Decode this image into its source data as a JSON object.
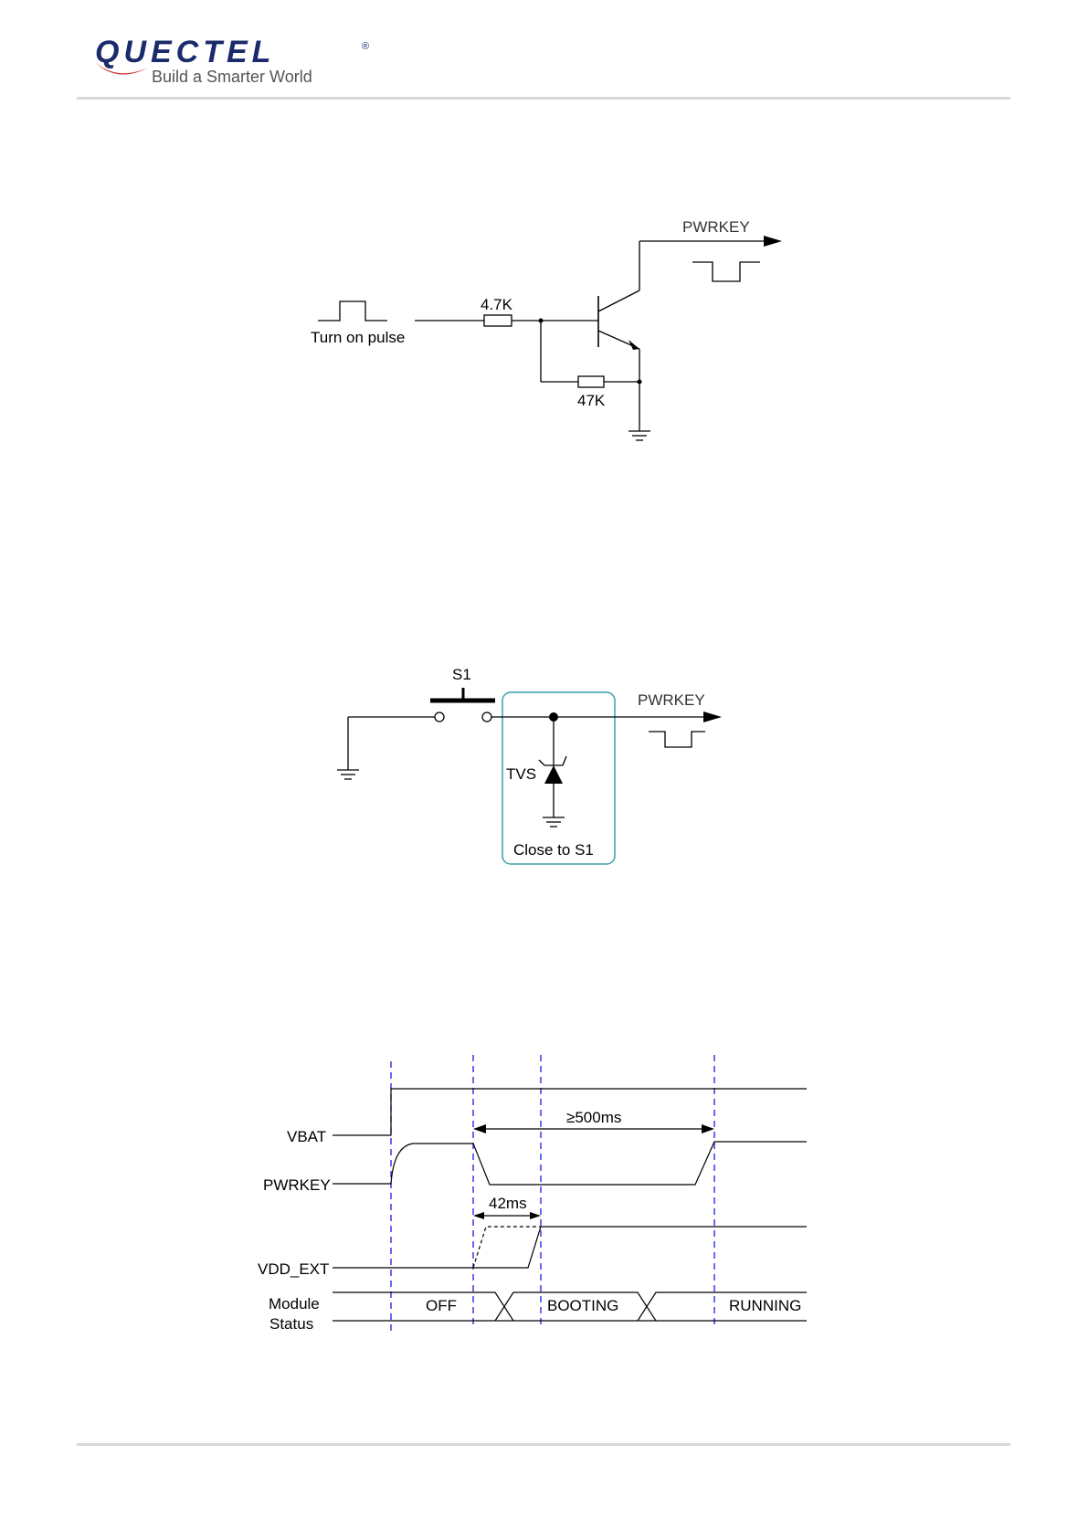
{
  "header": {
    "logo_wordmark": "QUECTEL",
    "registered_mark": "®",
    "tagline": "Build a Smarter World"
  },
  "colors": {
    "logo_blue": "#1b2a6b",
    "logo_red": "#d7262c",
    "rule_gray": "#d8d8d8",
    "tvs_box": "#3aa0a8",
    "guide_blue": "#1a1ae6",
    "line": "#000000"
  },
  "icons": {
    "ground": "ground-symbol-icon",
    "resistor": "resistor-icon",
    "transistor": "npn-transistor-icon",
    "tvs_diode": "tvs-diode-icon",
    "push_button": "push-button-switch-icon",
    "arrow": "arrow-icon"
  },
  "diagram1": {
    "input_label": "Turn on pulse",
    "r1_label": "4.7K",
    "r2_label": "47K",
    "output_label": "PWRKEY"
  },
  "diagram2": {
    "switch_label": "S1",
    "tvs_label": "TVS",
    "box_label": "Close to S1",
    "output_label": "PWRKEY"
  },
  "diagram3": {
    "signals": [
      "VBAT",
      "PWRKEY",
      "VDD_EXT"
    ],
    "status_label_line1": "Module",
    "status_label_line2": "Status",
    "states": [
      "OFF",
      "BOOTING",
      "RUNNING"
    ],
    "timing_500": "≥500ms",
    "timing_42": "42ms"
  }
}
